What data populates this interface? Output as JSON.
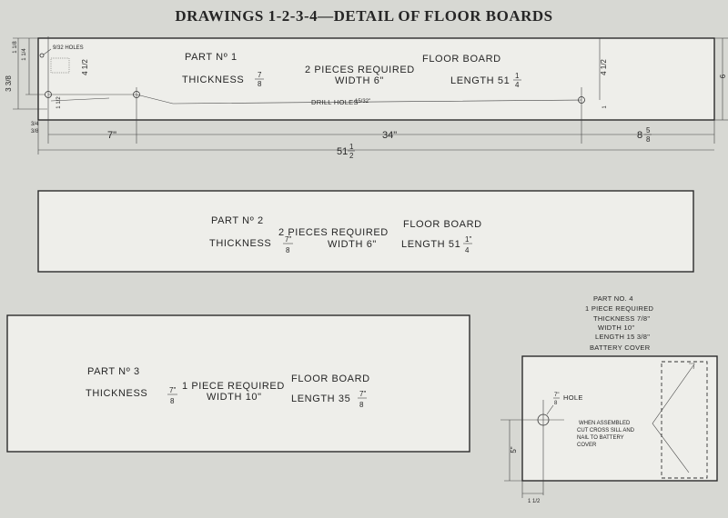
{
  "title": "DRAWINGS 1-2-3-4—DETAIL OF FLOOR BOARDS",
  "part1": {
    "part": "PART Nº 1",
    "name": "FLOOR BOARD",
    "qty": "2 PIECES REQUIRED",
    "thickness": "THICKNESS",
    "thick_num": "7",
    "thick_den": "8",
    "width": "WIDTH 6\"",
    "length": "LENGTH 51",
    "len_num": "1",
    "len_den": "4",
    "drill": "DRILL HOLES",
    "drill_size": "15/32\"",
    "holes_note": "9/32 HOLES",
    "dims": {
      "left_height": "3 3/8",
      "left_a": "1 1/4",
      "left_b": "1 1/8",
      "left_small": "1 1/2",
      "left_mid": "4 1/2",
      "right_mid": "4 1/2",
      "right_small": "1",
      "width": "6",
      "seg1": "7\"",
      "seg2": "34\"",
      "seg3_whole": "8",
      "seg3_num": "5",
      "seg3_den": "8",
      "offset_a": "3/4",
      "offset_b": "3/8",
      "total_whole": "51",
      "total_num": "1",
      "total_den": "2"
    }
  },
  "part2": {
    "part": "PART Nº 2",
    "name": "FLOOR BOARD",
    "qty": "2 PIECES REQUIRED",
    "thickness": "THICKNESS",
    "thick_num": "7\"",
    "thick_den": "8",
    "width": "WIDTH 6\"",
    "length": "LENGTH 51",
    "len_num": "1\"",
    "len_den": "4"
  },
  "part3": {
    "part": "PART Nº 3",
    "name": "FLOOR BOARD",
    "qty": "1 PIECE REQUIRED",
    "thickness": "THICKNESS",
    "thick_num": "7\"",
    "thick_den": "8",
    "width": "WIDTH 10\"",
    "length": "LENGTH 35",
    "len_num": "7\"",
    "len_den": "8"
  },
  "part4": {
    "part": "PART NO. 4",
    "qty": "1 PIECE REQUIRED",
    "thickness": "THICKNESS 7/8\"",
    "width": "WIDTH 10\"",
    "length": "LENGTH 15 3/8\"",
    "name": "BATTERY COVER",
    "hole_num": "7\"",
    "hole_den": "8",
    "hole": "HOLE",
    "note1": "WHEN ASSEMBLED",
    "note2": "CUT CROSS SILL AND",
    "note3": "NAIL TO BATTERY",
    "note4": "COVER",
    "dim_v": "5\"",
    "dim_h": "1 1/2"
  }
}
